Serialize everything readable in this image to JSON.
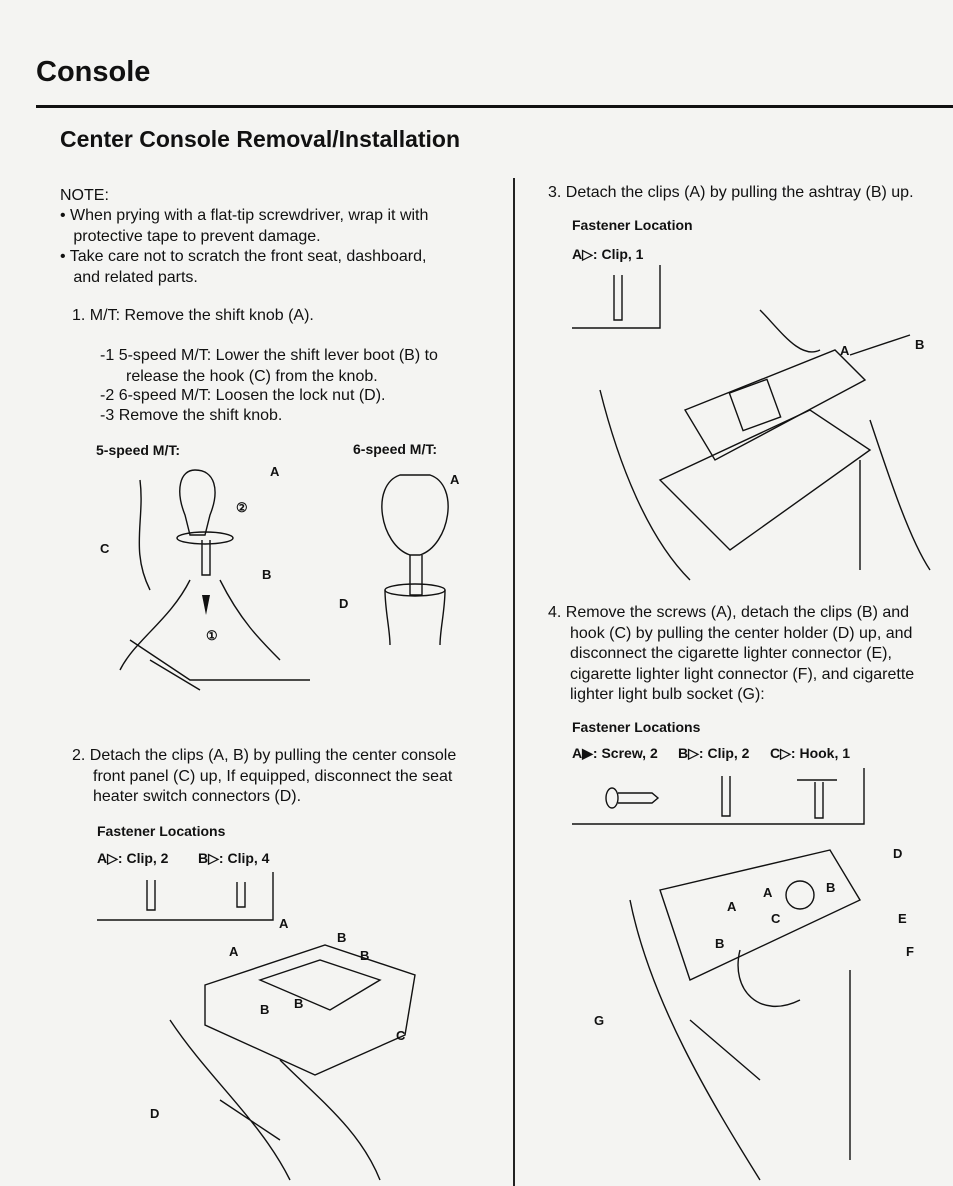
{
  "header": {
    "section": "Console",
    "title": "Center Console Removal/Installation"
  },
  "note": {
    "heading": "NOTE:",
    "bullets": [
      [
        "When prying with a flat-tip screwdriver, wrap it with",
        "protective tape to prevent damage."
      ],
      [
        "Take care not to scratch the front seat, dashboard,",
        "and related parts."
      ]
    ]
  },
  "step1": {
    "num": "1.",
    "text": "M/T: Remove the shift knob (A).",
    "substeps": [
      {
        "num": "-1",
        "lines": [
          "5-speed M/T: Lower the shift lever boot (B) to",
          "release the hook (C) from the knob."
        ]
      },
      {
        "num": "-2",
        "lines": [
          "6-speed M/T: Loosen the lock nut (D)."
        ]
      },
      {
        "num": "-3",
        "lines": [
          "Remove the shift knob."
        ]
      }
    ],
    "fig5_title": "5-speed M/T:",
    "fig6_title": "6-speed M/T:",
    "fig5_labels": [
      "A",
      "B",
      "C",
      "①",
      "②"
    ],
    "fig6_labels": [
      "A",
      "D"
    ]
  },
  "step2": {
    "num": "2.",
    "lines": [
      "Detach the clips (A, B) by pulling the center console",
      "front panel (C) up, If equipped, disconnect the seat",
      "heater switch connectors (D)."
    ],
    "fastener_heading": "Fastener Locations",
    "fasteners": [
      {
        "letter": "A",
        "desc": ": Clip, 2"
      },
      {
        "letter": "B",
        "desc": ": Clip, 4"
      }
    ],
    "fig_labels": [
      "A",
      "A",
      "B",
      "B",
      "B",
      "B",
      "C",
      "D"
    ]
  },
  "step3": {
    "num": "3.",
    "text": "Detach the clips (A) by pulling the ashtray (B) up.",
    "fastener_heading": "Fastener Location",
    "fasteners": [
      {
        "letter": "A",
        "desc": ": Clip, 1"
      }
    ],
    "fig_labels": [
      "A",
      "B"
    ]
  },
  "step4": {
    "num": "4.",
    "lines": [
      "Remove the screws (A), detach the clips (B) and",
      "hook (C) by pulling the center holder (D) up, and",
      "disconnect the cigarette lighter connector (E),",
      "cigarette lighter light connector (F), and cigarette",
      "lighter light bulb socket (G):"
    ],
    "fastener_heading": "Fastener Locations",
    "fasteners": [
      {
        "letter": "A",
        "desc": ": Screw, 2",
        "solid": true
      },
      {
        "letter": "B",
        "desc": ": Clip, 2"
      },
      {
        "letter": "C",
        "desc": ": Hook, 1"
      }
    ],
    "fig_labels": [
      "D",
      "E",
      "F",
      "G",
      "A",
      "A",
      "B",
      "B",
      "C"
    ]
  }
}
